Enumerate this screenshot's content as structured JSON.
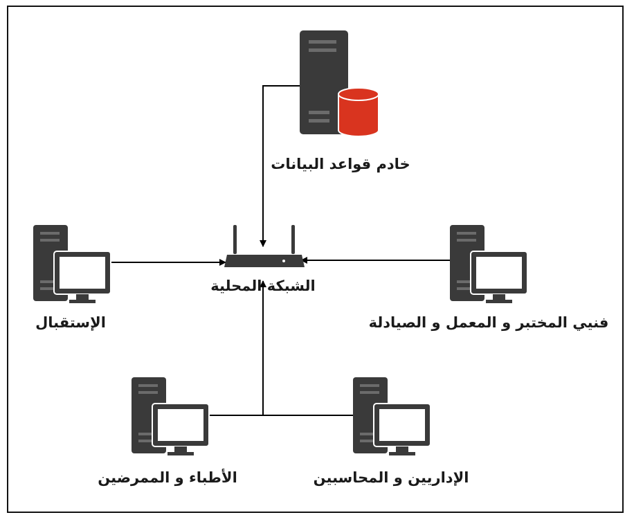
{
  "diagram": {
    "colors": {
      "device": "#3a3a3a",
      "database": "#d9341f",
      "screen": "#ffffff",
      "line": "#000000"
    },
    "nodes": {
      "db_server": {
        "label": "خادم قواعد البيانات",
        "icon": "database-server-icon"
      },
      "router": {
        "label": "الشبكة المحلية",
        "icon": "router-icon"
      },
      "reception": {
        "label": "الإستقبال",
        "icon": "workstation-icon"
      },
      "lab_technicians": {
        "label": "فنيي المختبر و المعمل و الصيادلة",
        "icon": "workstation-icon"
      },
      "doctors_nurses": {
        "label": "الأطباء و الممرضين",
        "icon": "workstation-icon"
      },
      "admins_accountants": {
        "label": "الإداريين و المحاسبين",
        "icon": "workstation-icon"
      }
    }
  }
}
